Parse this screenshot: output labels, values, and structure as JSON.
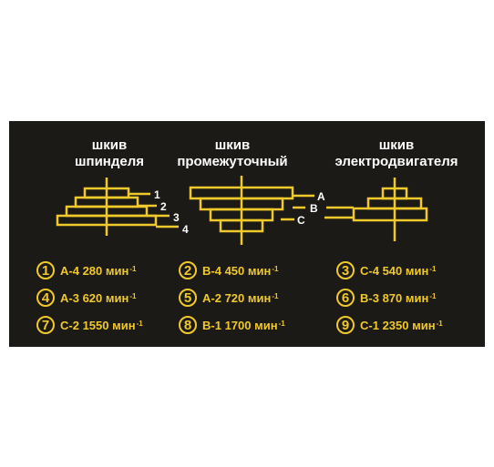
{
  "headings": {
    "spindle": [
      "шкив",
      "шпинделя"
    ],
    "intermediate": [
      "шкив",
      "промежуточный"
    ],
    "motor": [
      "шкив",
      "электродвигателя"
    ]
  },
  "belt_labels": {
    "left": [
      "1",
      "2",
      "3",
      "4"
    ],
    "right": [
      "A",
      "B",
      "C"
    ]
  },
  "speeds": [
    {
      "num": "1",
      "gear": "A-4",
      "rpm": "280",
      "unit": "мин",
      "exp": "-1"
    },
    {
      "num": "2",
      "gear": "B-4",
      "rpm": "450",
      "unit": "мин",
      "exp": "-1"
    },
    {
      "num": "3",
      "gear": "C-4",
      "rpm": "540",
      "unit": "мин",
      "exp": "-1"
    },
    {
      "num": "4",
      "gear": "A-3",
      "rpm": "620",
      "unit": "мин",
      "exp": "-1"
    },
    {
      "num": "5",
      "gear": "A-2",
      "rpm": "720",
      "unit": "мин",
      "exp": "-1"
    },
    {
      "num": "6",
      "gear": "B-3",
      "rpm": "870",
      "unit": "мин",
      "exp": "-1"
    },
    {
      "num": "7",
      "gear": "C-2",
      "rpm": "1550",
      "unit": "мин",
      "exp": "-1"
    },
    {
      "num": "8",
      "gear": "B-1",
      "rpm": "1700",
      "unit": "мин",
      "exp": "-1"
    },
    {
      "num": "9",
      "gear": "C-1",
      "rpm": "2350",
      "unit": "мин",
      "exp": "-1"
    }
  ],
  "colors": {
    "plate": "#1c1a17",
    "accent": "#f0c92a",
    "heading": "#ffffff",
    "page": "#ffffff"
  }
}
